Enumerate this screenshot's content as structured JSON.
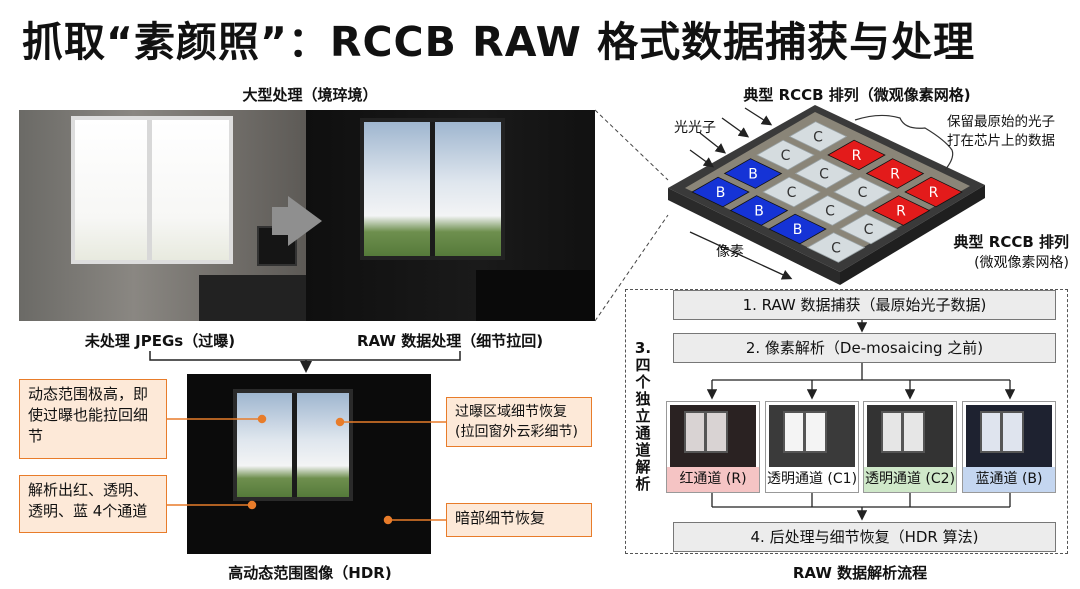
{
  "title": "抓取“素颜照”：RCCB RAW 格式数据捕获与处理",
  "left_section": {
    "heading": "大型处理（境琗境）",
    "caption_left": "未处理 JPEGs（过曝)",
    "caption_right": "RAW 数据处理（细节拉回)",
    "hdr_caption": "高动态范围图像（HDR)",
    "callouts": {
      "top_left": "动态范围极高，即使过曝也能拉回细节",
      "bottom_left": "解析出红、透明、透明、蓝 4个通道",
      "top_right_1": "过曝区域细节恢复",
      "top_right_2": "(拉回窗外云彩细节)",
      "bottom_right": "暗部细节恢复"
    }
  },
  "sensor": {
    "heading": "典型 RCCB 排列（微观像素网格)",
    "photon_label": "光光子",
    "pixel_label": "像素",
    "note_1": "保留最原始的光子",
    "note_2": "打在芯片上的数据",
    "side_label_1": "典型 RCCB 排列",
    "side_label_2": "(微观像素网格)",
    "cell_letters": {
      "red": "R",
      "clear": "C",
      "blue": "B"
    },
    "colors": {
      "red": "#e31b1b",
      "clear": "#d5dcdf",
      "blue": "#1533d6",
      "base": "#3a3a3a"
    }
  },
  "flow": {
    "vertical_label": "3.四个独立通道解析",
    "step1": "1. RAW 数据捕获（最原始光子数据)",
    "step2": "2. 像素解析（De-mosaicing 之前)",
    "step4": "4. 后处理与细节恢复（HDR 算法)",
    "channels": [
      {
        "label": "红通道 (R)",
        "color": "#f5c4c4"
      },
      {
        "label": "透明通道 (C1)",
        "color": "#ffffff"
      },
      {
        "label": "透明通道 (C2)",
        "color": "#cfe8c9"
      },
      {
        "label": "蓝通道 (B)",
        "color": "#c4d6f0"
      }
    ],
    "footer": "RAW 数据解析流程"
  },
  "accent_color": "#e87c2a"
}
